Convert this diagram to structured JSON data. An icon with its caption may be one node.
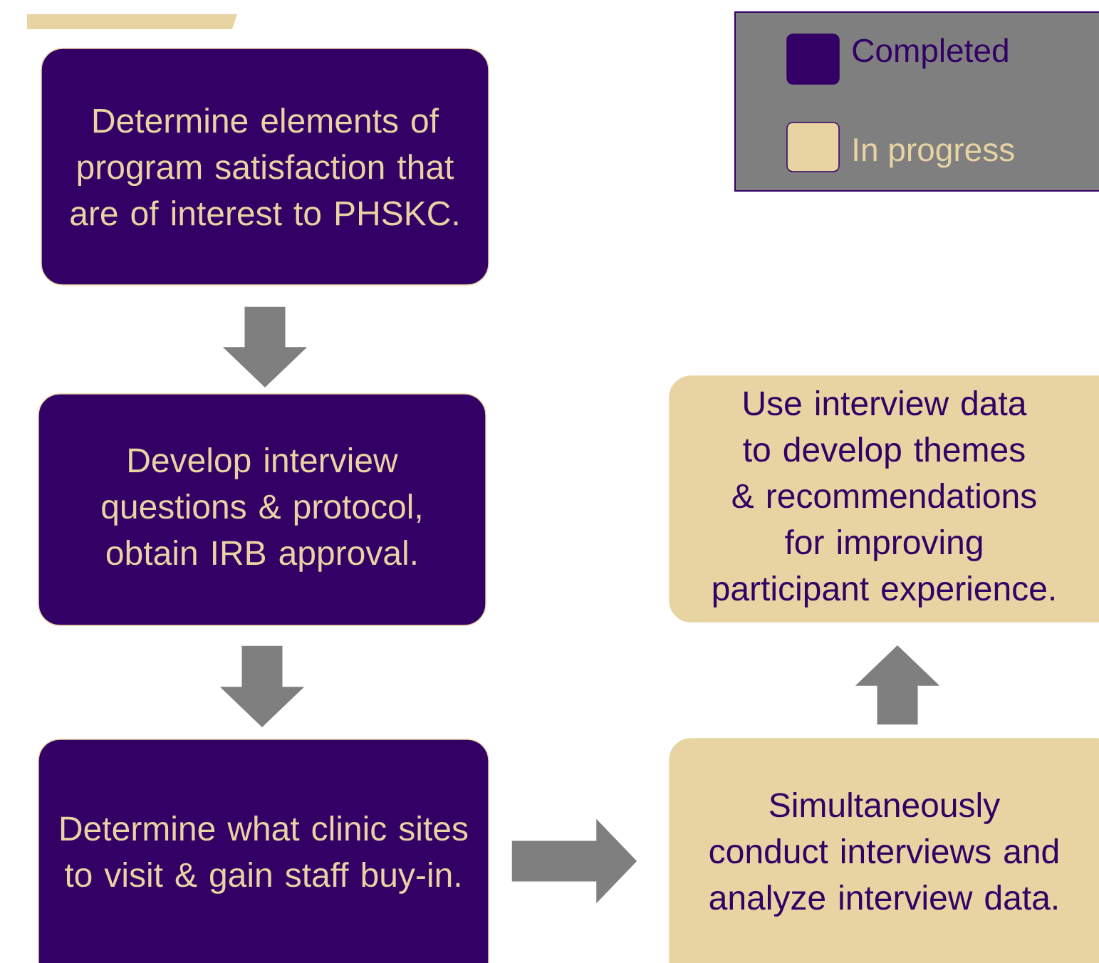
{
  "diagram": {
    "nodes": [
      {
        "text": [
          "Determine elements of program satisfaction that are of interest to PHSKC."
        ]
      },
      {
        "text": [
          "Develop interview questions & protocol, obtain IRB approval."
        ]
      },
      {
        "text": [
          "Determine what clinic sites to visit & gain staff buy-in."
        ]
      },
      {
        "text": [
          "Use interview data to develop themes & recommendations for improving participant experience."
        ]
      },
      {
        "text": [
          "Simultaneously conduct interviews and analyze interview data."
        ]
      }
    ],
    "edges": [
      {
        "from": 0,
        "to": 1,
        "arrow": "to"
      },
      {
        "from": 1,
        "to": 2,
        "arrow": "to"
      },
      {
        "from": 2,
        "to": 4,
        "arrow": "to"
      },
      {
        "from": 4,
        "to": 3,
        "arrow": "to"
      }
    ],
    "legend": [
      {
        "text": "Completed",
        "color": "#330066"
      },
      {
        "text": "In progress",
        "color": "#e8d4a2"
      }
    ]
  }
}
